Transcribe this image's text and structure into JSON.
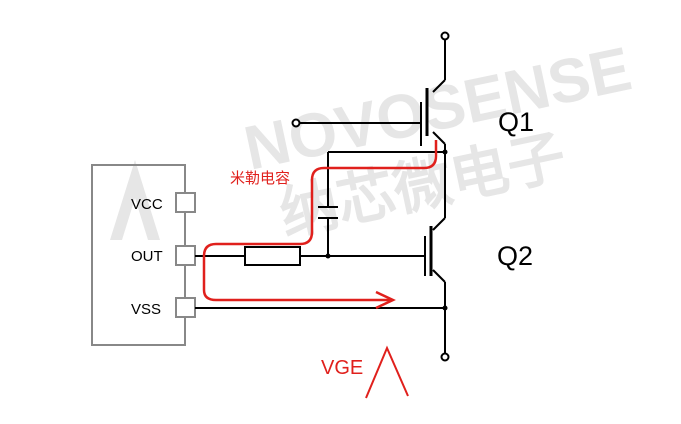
{
  "watermark": {
    "latin": "NOVOSENSE",
    "chinese": "纳芯微电子"
  },
  "chip": {
    "pins": [
      {
        "label": "VCC"
      },
      {
        "label": "OUT"
      },
      {
        "label": "VSS"
      }
    ]
  },
  "transistors": {
    "upper": "Q1",
    "lower": "Q2"
  },
  "annotations": {
    "miller_capacitance": "米勒电容",
    "vge": "VGE"
  },
  "colors": {
    "wire": "#000000",
    "chip_outline": "#888888",
    "highlight": "#e0201c",
    "watermark": "#e6e6e6"
  }
}
